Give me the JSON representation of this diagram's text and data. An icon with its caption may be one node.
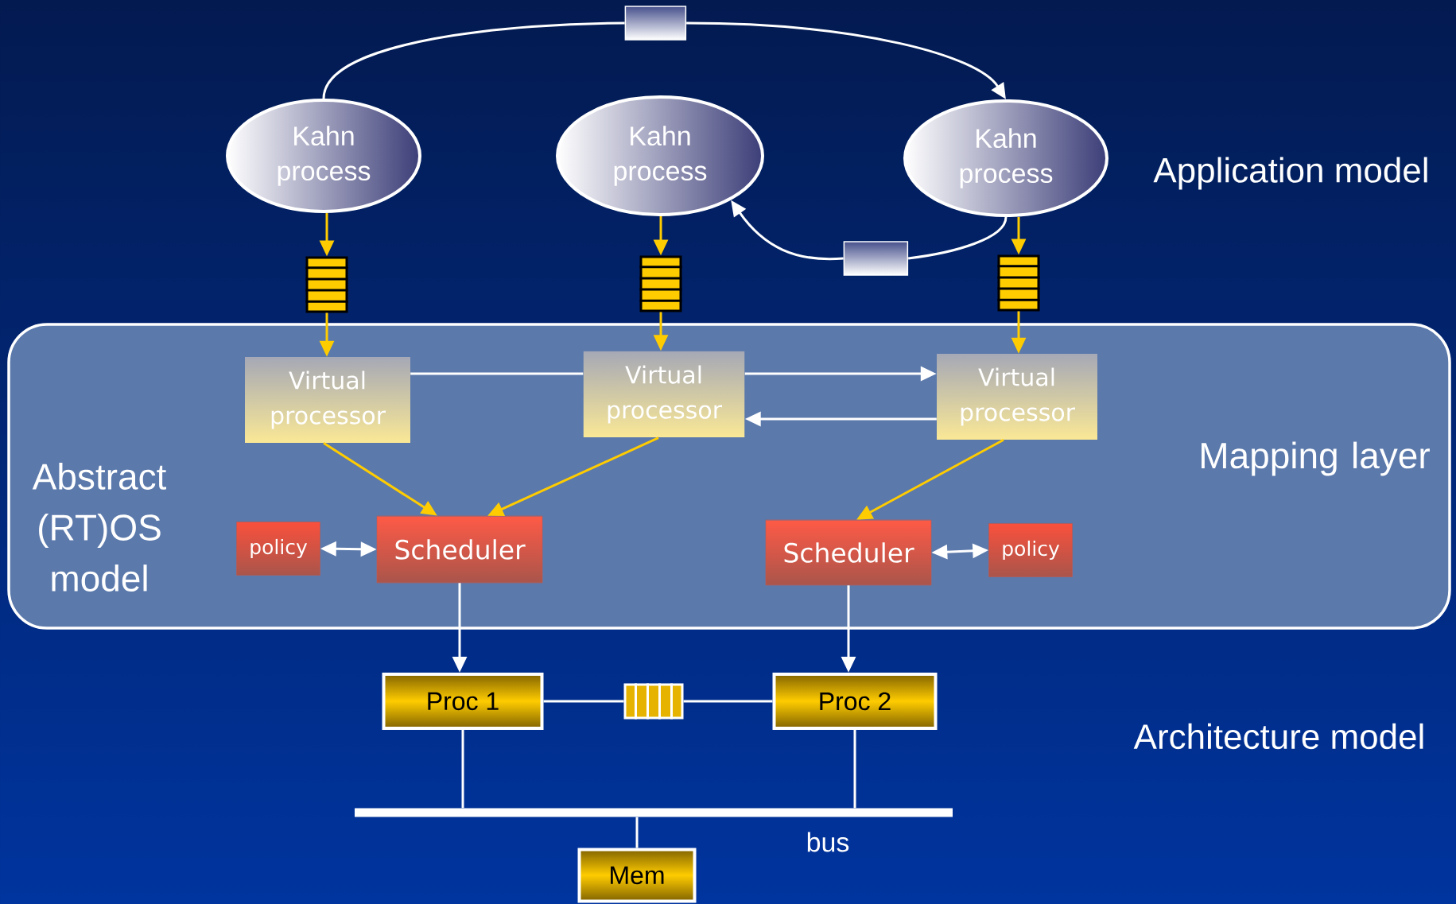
{
  "diagram": {
    "nodes": [
      {
        "text": [
          "Kahn process"
        ]
      },
      {
        "text": [
          "Kahn process"
        ]
      },
      {
        "text": [
          "Kahn process"
        ]
      },
      {
        "text": [],
        "shape": "box"
      },
      {
        "text": [],
        "shape": "box"
      },
      {
        "text": [],
        "shape": "box"
      },
      {
        "text": [],
        "shape": "cylinder"
      },
      {
        "text": [],
        "shape": "cylinder"
      },
      {
        "text": [
          "Abstract (RT)OS model",
          "Mapping layer"
        ]
      },
      {
        "text": [
          "Virtual processor"
        ],
        "in": 8
      },
      {
        "text": [
          "Virtual processor"
        ],
        "in": 8
      },
      {
        "text": [
          "Virtual processor"
        ],
        "in": 8
      },
      {
        "text": [
          "policy"
        ],
        "in": 8
      },
      {
        "text": [
          "Scheduler"
        ],
        "in": 8
      },
      {
        "text": [
          "Scheduler"
        ],
        "in": 8
      },
      {
        "text": [
          "policy"
        ],
        "in": 8
      },
      {
        "text": [
          "Proc 1"
        ]
      },
      {
        "text": [],
        "shape": "box"
      },
      {
        "text": [
          "Proc 2"
        ]
      },
      {
        "text": [],
        "shape": "bar",
        "beside": [
          "bus"
        ]
      },
      {
        "text": [
          "Mem"
        ]
      }
    ],
    "edges": [
      {
        "from": 0,
        "to": 6,
        "arrow": "none"
      },
      {
        "from": 6,
        "to": 2,
        "arrow": "to"
      },
      {
        "from": 2,
        "to": 7,
        "arrow": "none"
      },
      {
        "from": 7,
        "to": 1,
        "arrow": "to"
      },
      {
        "from": 0,
        "to": 3,
        "arrow": "to",
        "color": "#ffcc00"
      },
      {
        "from": 3,
        "to": 9,
        "arrow": "to",
        "color": "#ffcc00"
      },
      {
        "from": 1,
        "to": 4,
        "arrow": "to",
        "color": "#ffcc00"
      },
      {
        "from": 4,
        "to": 10,
        "arrow": "to",
        "color": "#ffcc00"
      },
      {
        "from": 2,
        "to": 5,
        "arrow": "to",
        "color": "#ffcc00"
      },
      {
        "from": 5,
        "to": 11,
        "arrow": "to",
        "color": "#ffcc00"
      },
      {
        "from": 9,
        "to": 10,
        "arrow": "none"
      },
      {
        "from": 10,
        "to": 11,
        "arrow": "to"
      },
      {
        "from": 11,
        "to": 10,
        "arrow": "to"
      },
      {
        "from": 9,
        "to": 13,
        "arrow": "to",
        "color": "#ffcc00"
      },
      {
        "from": 10,
        "to": 13,
        "arrow": "to",
        "color": "#ffcc00"
      },
      {
        "from": 11,
        "to": 14,
        "arrow": "to",
        "color": "#ffcc00"
      },
      {
        "from": 12,
        "to": 13,
        "arrow": "both"
      },
      {
        "from": 14,
        "to": 15,
        "arrow": "both"
      },
      {
        "from": 13,
        "to": 16,
        "arrow": "to"
      },
      {
        "from": 14,
        "to": 18,
        "arrow": "to"
      },
      {
        "from": 16,
        "to": 17,
        "arrow": "none"
      },
      {
        "from": 17,
        "to": 18,
        "arrow": "none"
      },
      {
        "from": 16,
        "to": 19,
        "arrow": "none"
      },
      {
        "from": 18,
        "to": 19,
        "arrow": "none"
      },
      {
        "from": 19,
        "to": 20,
        "arrow": "none"
      }
    ],
    "labels": [
      "Application model",
      "Architecture model"
    ]
  }
}
